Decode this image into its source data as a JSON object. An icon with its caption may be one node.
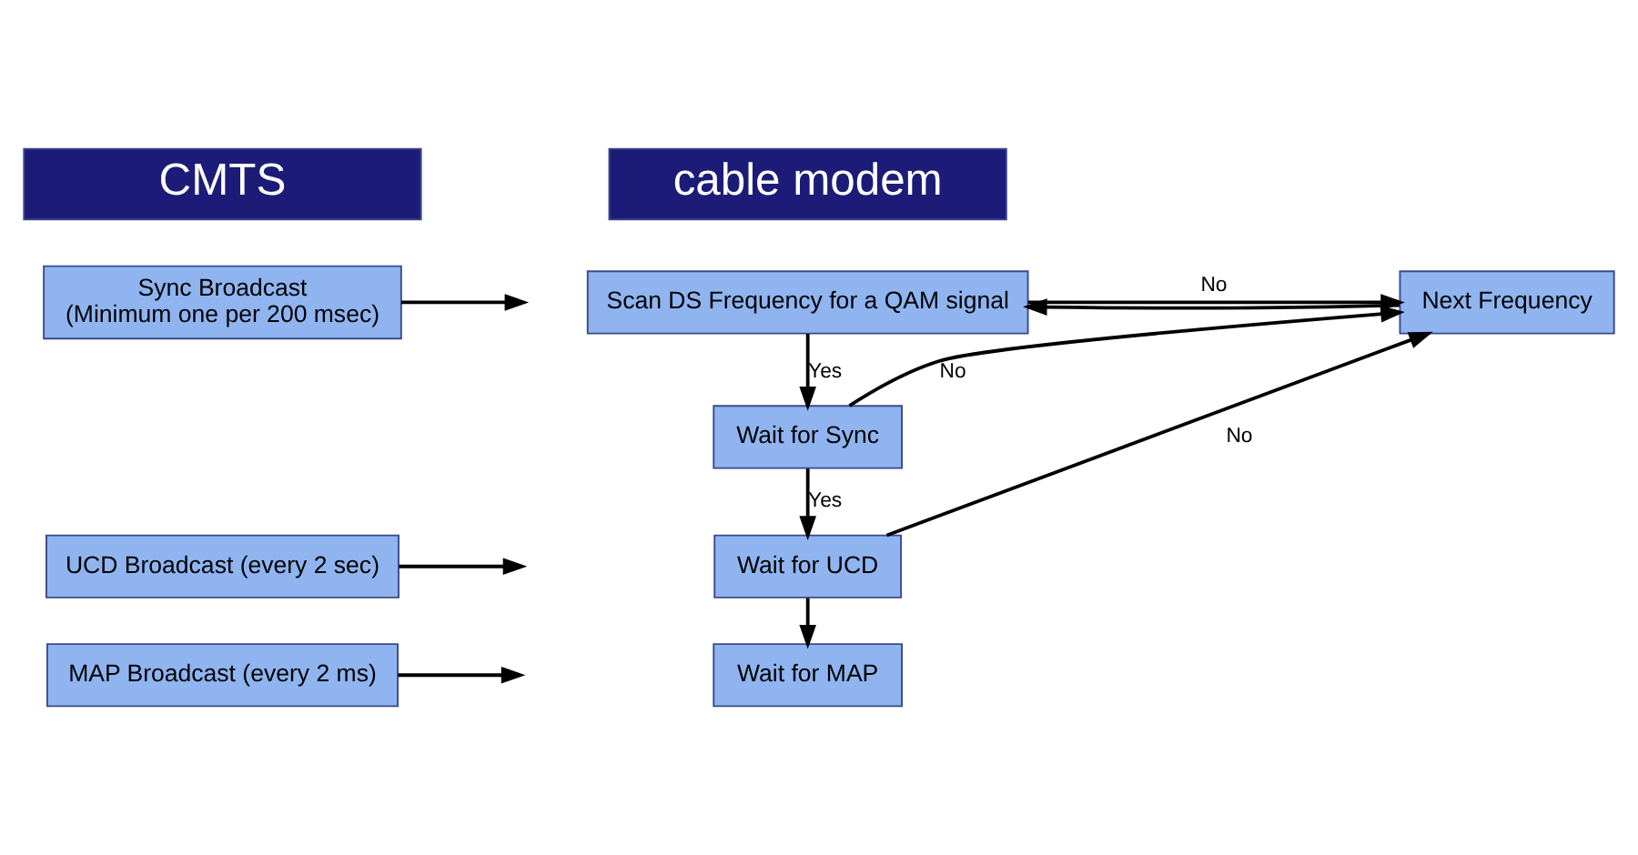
{
  "diagram": {
    "nodes": [
      {
        "text": [
          "CMTS"
        ]
      },
      {
        "text": [
          "cable modem"
        ]
      },
      {
        "text": [
          "Sync Broadcast",
          "(Minimum one per 200 msec)"
        ]
      },
      {
        "text": [
          "UCD Broadcast (every 2 sec)"
        ]
      },
      {
        "text": [
          "MAP Broadcast (every 2 ms)"
        ]
      },
      {
        "text": [
          "Next Frequency"
        ]
      },
      {
        "text": [
          "Scan DS Frequency for a QAM signal"
        ]
      },
      {
        "text": [
          "Wait for Sync"
        ]
      },
      {
        "text": [
          "Wait for UCD"
        ]
      },
      {
        "text": [
          "Wait for MAP"
        ]
      }
    ],
    "edges": [
      {
        "from": 2,
        "to": null,
        "arrow": "to"
      },
      {
        "from": 3,
        "to": null,
        "arrow": "to"
      },
      {
        "from": 4,
        "to": null,
        "arrow": "to"
      },
      {
        "from": 5,
        "to": 6,
        "arrow": "to"
      },
      {
        "from": 6,
        "to": 5,
        "arrow": "to",
        "label": "No"
      },
      {
        "from": 6,
        "to": 7,
        "arrow": "to",
        "label": "Yes"
      },
      {
        "from": 7,
        "to": 5,
        "arrow": "to",
        "label": "No"
      },
      {
        "from": 7,
        "to": 8,
        "arrow": "to",
        "label": "Yes"
      },
      {
        "from": 8,
        "to": 5,
        "arrow": "to",
        "label": "No"
      },
      {
        "from": 8,
        "to": 9,
        "arrow": "to"
      }
    ]
  }
}
